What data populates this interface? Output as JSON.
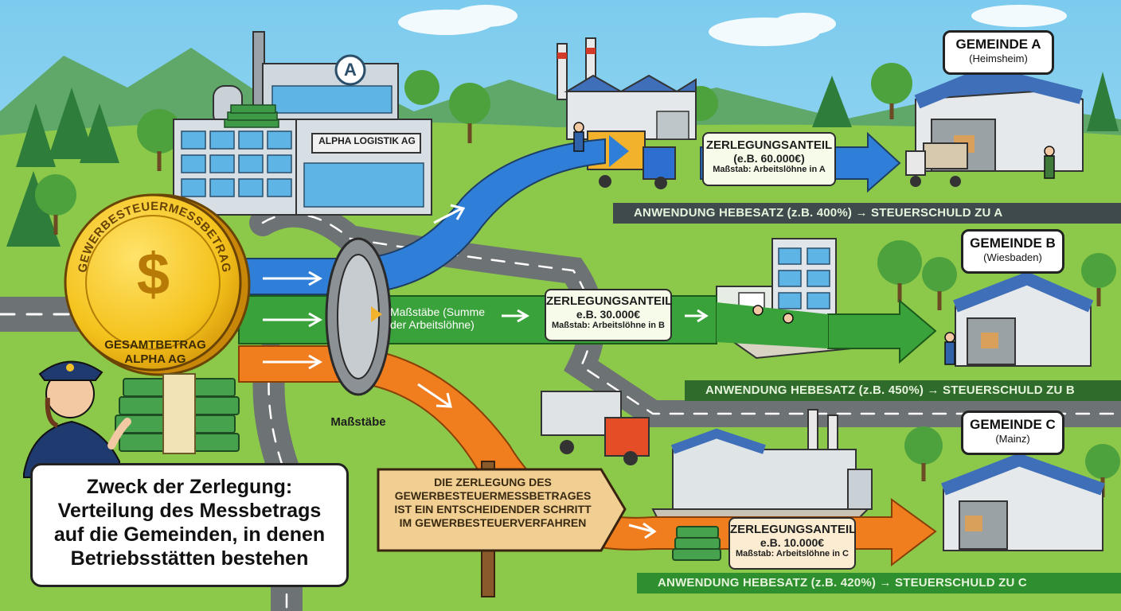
{
  "company": {
    "name": "ALPHA LOGISTIK AG",
    "logo_letter": "A"
  },
  "coin": {
    "arc_text": "GEWERBESTEUERMESSBETRAG",
    "symbol": "$",
    "line1": "GESAMTBETRAG",
    "line2": "ALPHA AG"
  },
  "distributor": {
    "label": "Maßstäbe",
    "green_label": "Maßstäbe (Summe der Arbeitslöhne)"
  },
  "municipalities": [
    {
      "name": "GEMEINDE A",
      "city": "(Heimsheim)",
      "share_title": "ZERLEGUNGSANTEIL",
      "share_amount": "(e.B. 60.000€)",
      "share_basis": "Maßstab: Arbeitslöhne in A",
      "result": "ANWENDUNG HEBESATZ (z.B. 400%) → STEUERSCHULD ZU A",
      "arrow_color": "#2f7fd8"
    },
    {
      "name": "GEMEINDE B",
      "city": "(Wiesbaden)",
      "share_title": "ZERLEGUNGSANTEIL",
      "share_amount": "e.B. 30.000€",
      "share_basis": "Maßstab: Arbeitslöhne in B",
      "result": "ANWENDUNG HEBESATZ (z.B. 450%) → STEUERSCHULD ZU B",
      "arrow_color": "#3aa23a"
    },
    {
      "name": "GEMEINDE C",
      "city": "(Mainz)",
      "share_title": "ZERLEGUNGSANTEIL",
      "share_amount": "e.B. 10.000€",
      "share_basis": "Maßstab: Arbeitslöhne in C",
      "result": "ANWENDUNG HEBESATZ (z.B. 420%) → STEUERSCHULD ZU C",
      "arrow_color": "#f07d1e"
    }
  ],
  "signpost": {
    "lines": [
      "DIE ZERLEGUNG DES",
      "GEWERBESTEUERMESSBETRAGES",
      "IST EIN ENTSCHEIDENDER SCHRITT",
      "IM GEWERBESTEUERVERFAHREN"
    ]
  },
  "purpose_callout": {
    "lines": [
      "Zweck der Zerlegung:",
      "Verteilung des Messbetrags",
      "auf die Gemeinden, in denen",
      "Betriebsstätten bestehen"
    ]
  },
  "colors": {
    "sky": "#8fd3f0",
    "grass": "#8cc94a",
    "road": "#6d7275",
    "coin_gold": "#f4c21c",
    "blue_flow": "#2f7fd8",
    "green_flow": "#3aa23a",
    "orange_flow": "#f07d1e",
    "roof_blue": "#3f6fb8"
  }
}
